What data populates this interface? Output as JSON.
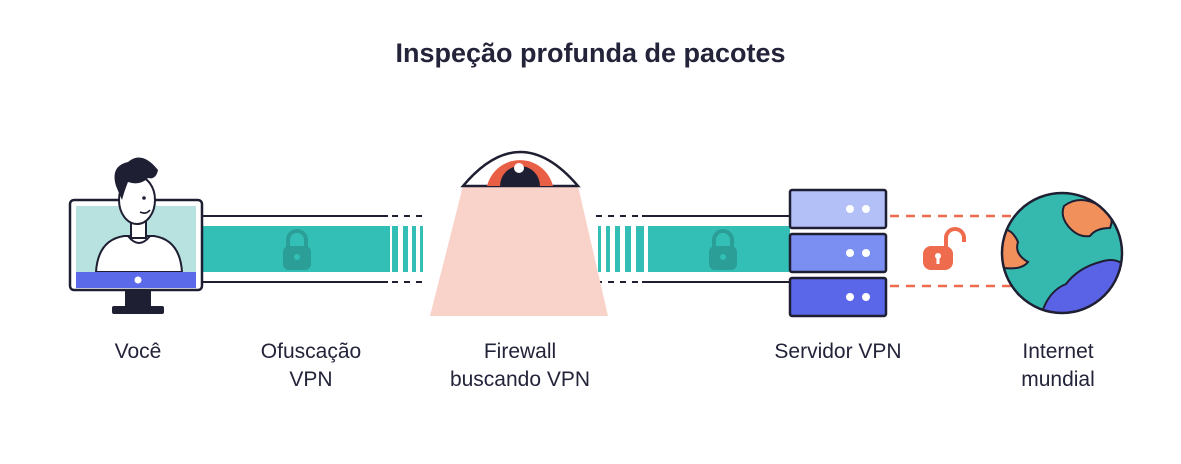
{
  "title": "Inspeção profunda de pacotes",
  "labels": {
    "you": "Você",
    "obfuscation": [
      "Ofuscação",
      "VPN"
    ],
    "firewall": [
      "Firewall",
      "buscando VPN"
    ],
    "server": "Servidor VPN",
    "internet": [
      "Internet",
      "mundial"
    ]
  },
  "icons": {
    "user": "person-at-monitor-icon",
    "tunnel_lock": "closed-padlock-icon",
    "firewall_eye": "eye-icon",
    "server": "server-stack-icon",
    "open_lock": "open-padlock-icon",
    "globe": "globe-icon"
  },
  "colors": {
    "tunnel": "#34bfb6",
    "tunnel_lock": "#2a9e97",
    "firewall_beam": "#f9d3c9",
    "eye": "#e85f45",
    "server": [
      "#b3bff7",
      "#7b8ef2",
      "#5967e8"
    ],
    "leak": "#ee6b4d",
    "globe_sea": "#35b8ad",
    "globe_land_a": "#f2905c",
    "globe_land_b": "#5a63e6",
    "outline": "#1f1f33"
  }
}
